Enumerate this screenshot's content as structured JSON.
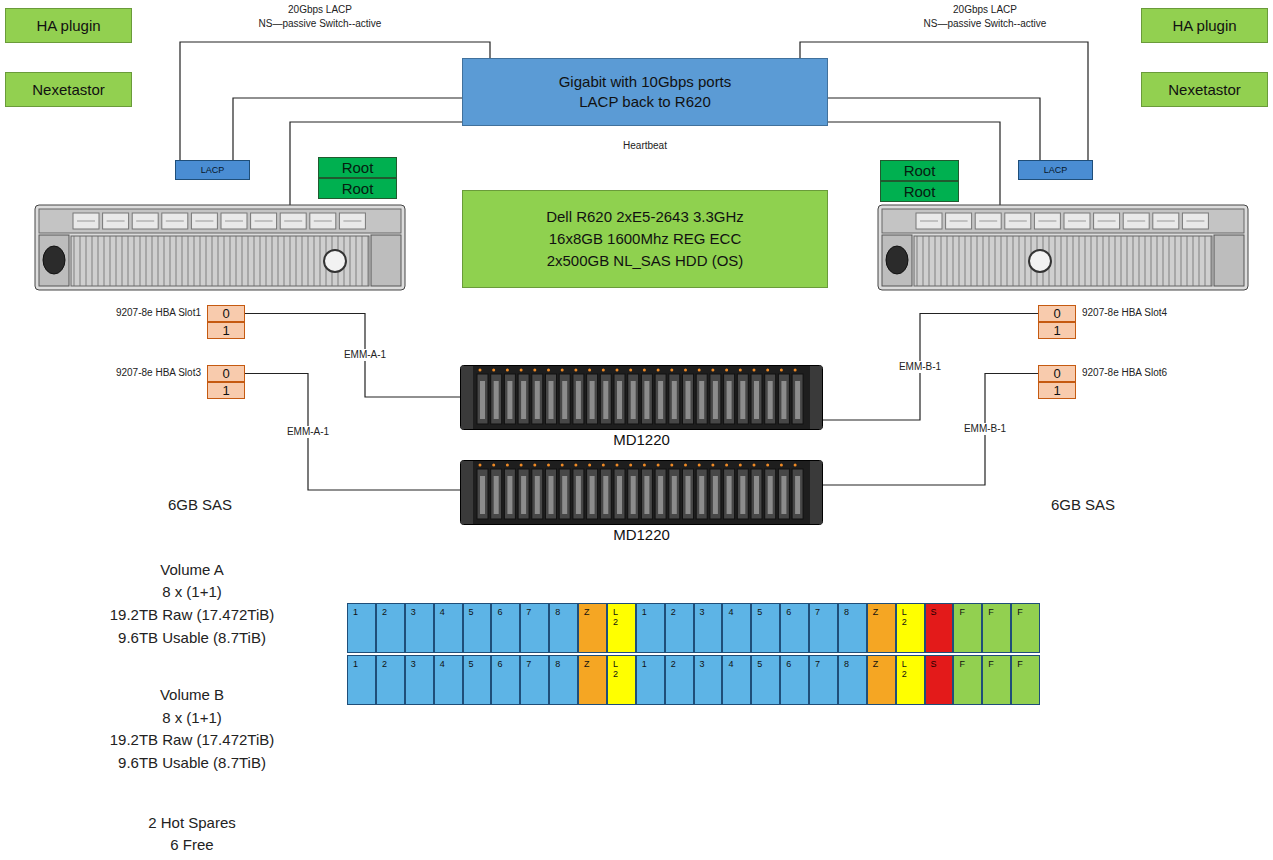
{
  "diagram": {
    "nodes": [
      {
        "text": [
          "HA plugin"
        ]
      },
      {
        "text": [
          "HA plugin"
        ]
      },
      {
        "text": [
          "Gigabit with 10Gbps ports",
          "LACP back to R620"
        ]
      },
      {
        "text": [
          "Nexetastor"
        ]
      },
      {
        "text": [
          "Nexetastor"
        ]
      },
      {
        "text": [
          "LACP"
        ]
      },
      {
        "text": [
          "Root"
        ]
      },
      {
        "text": [
          "Root"
        ]
      },
      {
        "text": [
          "Root"
        ]
      },
      {
        "text": [
          "Root"
        ]
      },
      {
        "text": [
          "LACP"
        ]
      },
      {
        "text": [
          "Dell R620 2xE5-2643 3.3GHz",
          "16x8GB 1600Mhz REG ECC",
          "2x500GB NL_SAS HDD (OS)"
        ]
      },
      {
        "text": [
          "0"
        ]
      },
      {
        "text": [
          "1"
        ]
      },
      {
        "text": [
          "0"
        ]
      },
      {
        "text": [
          "1"
        ]
      },
      {
        "text": [
          "0"
        ]
      },
      {
        "text": [
          "1"
        ]
      },
      {
        "text": [
          "0"
        ]
      },
      {
        "text": [
          "1"
        ]
      },
      {
        "text": [
          "MD1220"
        ]
      },
      {
        "text": [
          "MD1220"
        ]
      },
      {
        "text": [
          "1"
        ]
      },
      {
        "text": [
          "2"
        ]
      },
      {
        "text": [
          "3"
        ]
      },
      {
        "text": [
          "4"
        ]
      },
      {
        "text": [
          "5"
        ]
      },
      {
        "text": [
          "6"
        ]
      },
      {
        "text": [
          "7"
        ]
      },
      {
        "text": [
          "8"
        ]
      },
      {
        "text": [
          "Z"
        ]
      },
      {
        "text": [
          "L 2"
        ]
      },
      {
        "text": [
          "1"
        ]
      },
      {
        "text": [
          "2"
        ]
      },
      {
        "text": [
          "3"
        ]
      },
      {
        "text": [
          "4"
        ]
      },
      {
        "text": [
          "5"
        ]
      },
      {
        "text": [
          "6"
        ]
      },
      {
        "text": [
          "7"
        ]
      },
      {
        "text": [
          "8"
        ]
      },
      {
        "text": [
          "Z"
        ]
      },
      {
        "text": [
          "L 2"
        ]
      },
      {
        "text": [
          "S"
        ]
      },
      {
        "text": [
          "F"
        ]
      },
      {
        "text": [
          "F"
        ]
      },
      {
        "text": [
          "F"
        ]
      },
      {
        "text": [
          "1"
        ]
      },
      {
        "text": [
          "2"
        ]
      },
      {
        "text": [
          "3"
        ]
      },
      {
        "text": [
          "4"
        ]
      },
      {
        "text": [
          "5"
        ]
      },
      {
        "text": [
          "6"
        ]
      },
      {
        "text": [
          "7"
        ]
      },
      {
        "text": [
          "8"
        ]
      },
      {
        "text": [
          "Z"
        ]
      },
      {
        "text": [
          "L 2"
        ]
      },
      {
        "text": [
          "1"
        ]
      },
      {
        "text": [
          "2"
        ]
      },
      {
        "text": [
          "3"
        ]
      },
      {
        "text": [
          "4"
        ]
      },
      {
        "text": [
          "5"
        ]
      },
      {
        "text": [
          "6"
        ]
      },
      {
        "text": [
          "7"
        ]
      },
      {
        "text": [
          "8"
        ]
      },
      {
        "text": [
          "Z"
        ]
      },
      {
        "text": [
          "L 2"
        ]
      },
      {
        "text": [
          "S"
        ]
      },
      {
        "text": [
          "F"
        ]
      },
      {
        "text": [
          "F"
        ]
      },
      {
        "text": [
          "F"
        ]
      }
    ],
    "edges": [
      {
        "from": 5,
        "to": 2,
        "arrow": "none"
      },
      {
        "from": 5,
        "to": 2,
        "arrow": "none"
      },
      {
        "from": 10,
        "to": 2,
        "arrow": "none"
      },
      {
        "from": 10,
        "to": 2,
        "arrow": "none"
      },
      {
        "from": 12,
        "to": 20,
        "label": "EMM-A-1",
        "arrow": "none"
      },
      {
        "from": 14,
        "to": 20,
        "label": "EMM-B-1",
        "arrow": "none"
      },
      {
        "from": 16,
        "to": 21,
        "label": "EMM-A-1",
        "arrow": "none"
      },
      {
        "from": 18,
        "to": 21,
        "label": "EMM-B-1",
        "arrow": "none"
      }
    ],
    "labels": [
      "20Gbps LACP",
      "NS—passive Switch--active",
      "20Gbps LACP",
      "NS—passive Switch--active",
      "Heartbeat",
      "9207-8e HBA Slot1",
      "9207-8e HBA Slot4",
      "9207-8e HBA Slot3",
      "9207-8e HBA Slot6",
      "6GB SAS",
      "6GB SAS",
      "Volume A",
      "8 x (1+1)",
      "19.2TB Raw (17.472TiB)",
      "9.6TB Usable (8.7TiB)",
      "Volume B",
      "8 x (1+1)",
      "19.2TB Raw (17.472TiB)",
      "9.6TB Usable (8.7TiB)",
      "2 Hot Spares",
      "6 Free"
    ]
  }
}
